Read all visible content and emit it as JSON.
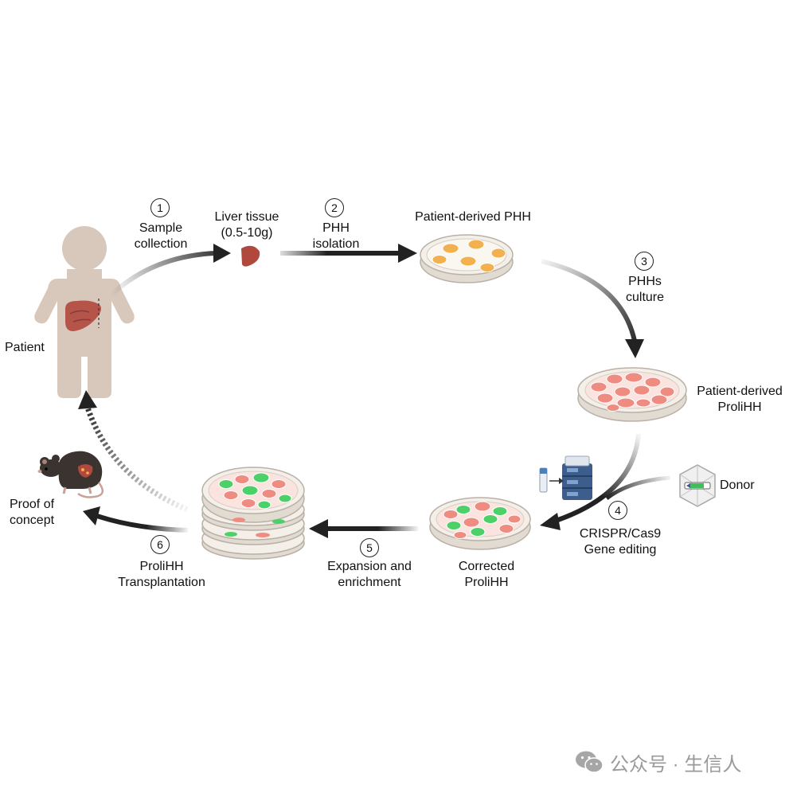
{
  "steps": [
    {
      "number": "1",
      "lines": [
        "Sample",
        "collection"
      ]
    },
    {
      "number": "2",
      "lines": [
        "PHH",
        "isolation"
      ]
    },
    {
      "number": "3",
      "lines": [
        "PHHs",
        "culture"
      ]
    },
    {
      "number": "4",
      "lines": [
        "CRISPR/Cas9",
        "Gene editing"
      ]
    },
    {
      "number": "5",
      "lines": [
        "Expansion and",
        "enrichment"
      ]
    },
    {
      "number": "6",
      "lines": [
        "ProliHH",
        "Transplantation"
      ]
    }
  ],
  "nodes": {
    "patient": "Patient",
    "liver_tissue": [
      "Liver tissue",
      "(0.5-10g)"
    ],
    "patient_phh": "Patient-derived PHH",
    "patient_prolihh": [
      "Patient-derived",
      "ProliHH"
    ],
    "donor": "Donor",
    "corrected_prolihh": [
      "Corrected",
      "ProliHH"
    ],
    "proof_of_concept": [
      "Proof of",
      "concept"
    ]
  },
  "colors": {
    "arrow": "#222222",
    "body": "#d8c8bb",
    "liver": "#b0483e",
    "phh_cell": "#f2b04e",
    "prolihh_cell": "#ee8c82",
    "corrected_cell": "#4cd068",
    "dish_rim": "#e9e3da",
    "device": "#3d5e8c",
    "mouse": "#3b3330"
  },
  "watermark": {
    "icon": "wechat-icon",
    "text": "公众号 · 生信人"
  }
}
